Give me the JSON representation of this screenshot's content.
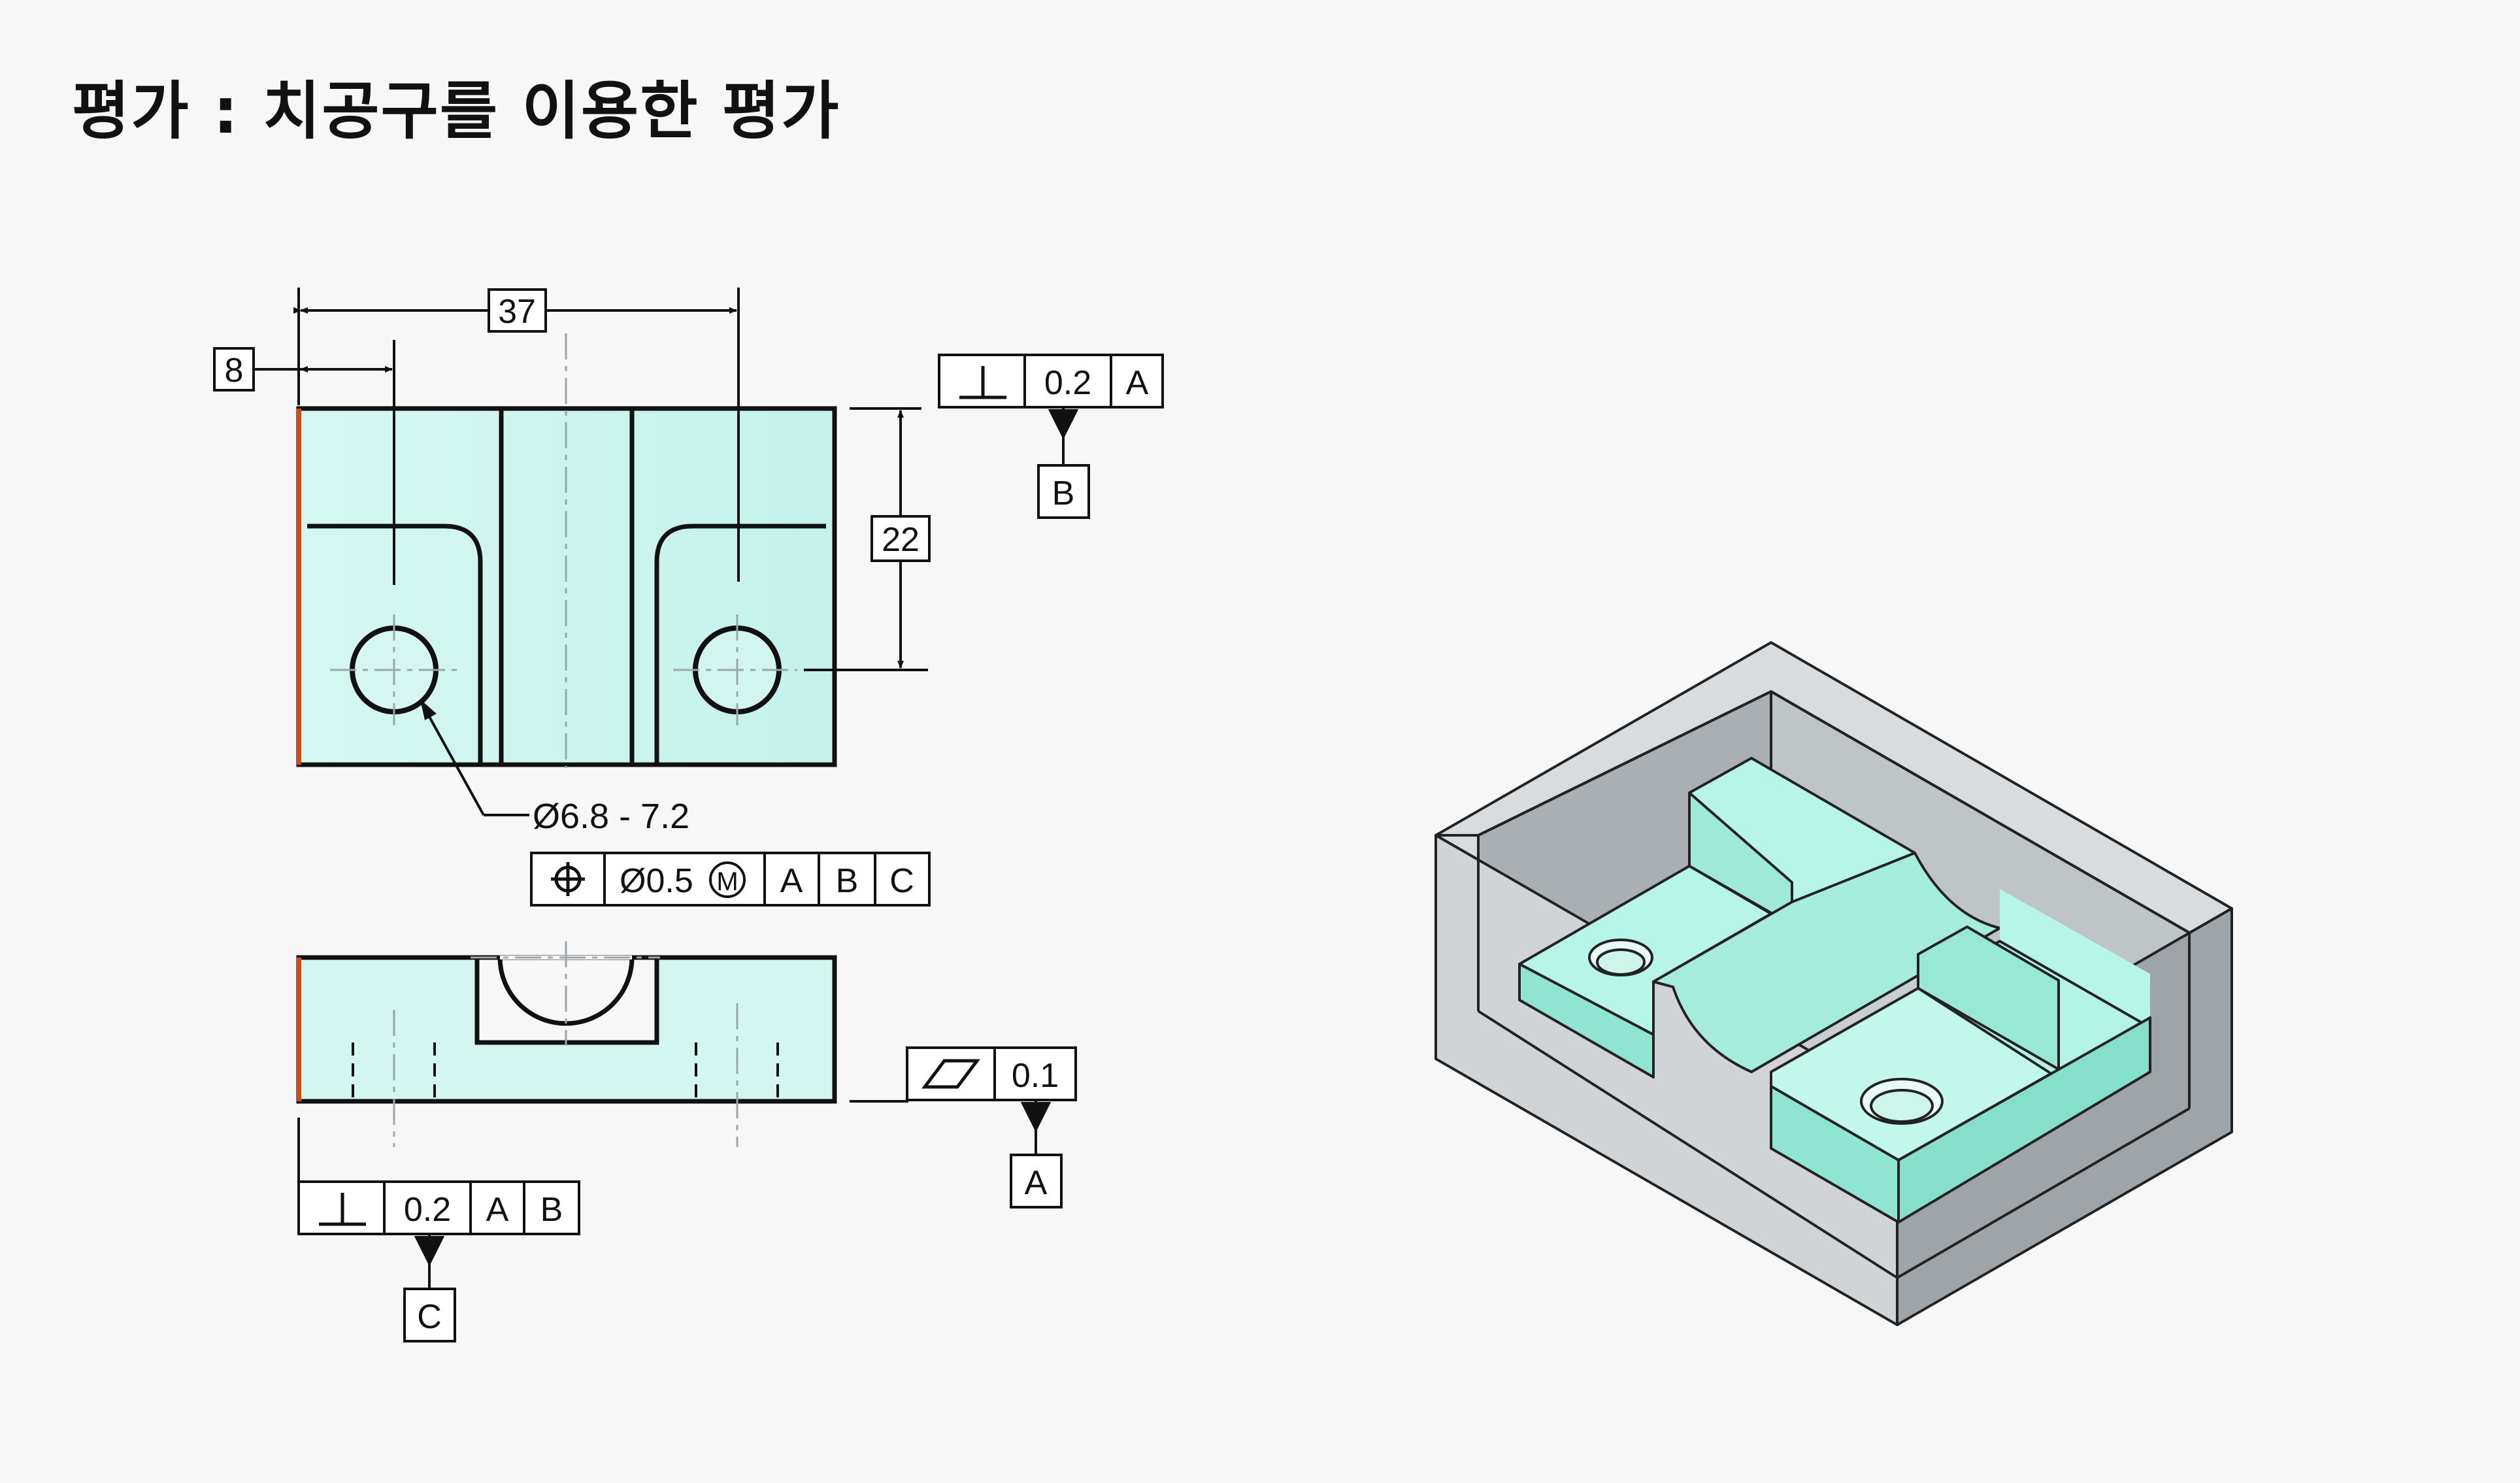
{
  "title": "평가 : 치공구를 이용한 평가",
  "dims": {
    "d37": "37",
    "d8": "8",
    "d22": "22",
    "hole": "Ø6.8 - 7.2"
  },
  "fcf_top": {
    "tol": "0.2",
    "ref": "A",
    "datum": "B"
  },
  "fcf_pos": {
    "tol": "Ø0.5",
    "modifier": "M",
    "refs": [
      "A",
      "B",
      "C"
    ]
  },
  "fcf_flat": {
    "tol": "0.1",
    "datum": "A"
  },
  "fcf_bottom": {
    "tol": "0.2",
    "refs": [
      "A",
      "B"
    ],
    "datum": "C"
  },
  "colors": {
    "part": "#ccf5ef",
    "part_iso": "#a8f0e0",
    "edge": "#c8501e",
    "fixture": "#cfd3d6"
  },
  "icons": [
    "perpendicularity-icon",
    "position-icon",
    "flatness-icon"
  ]
}
